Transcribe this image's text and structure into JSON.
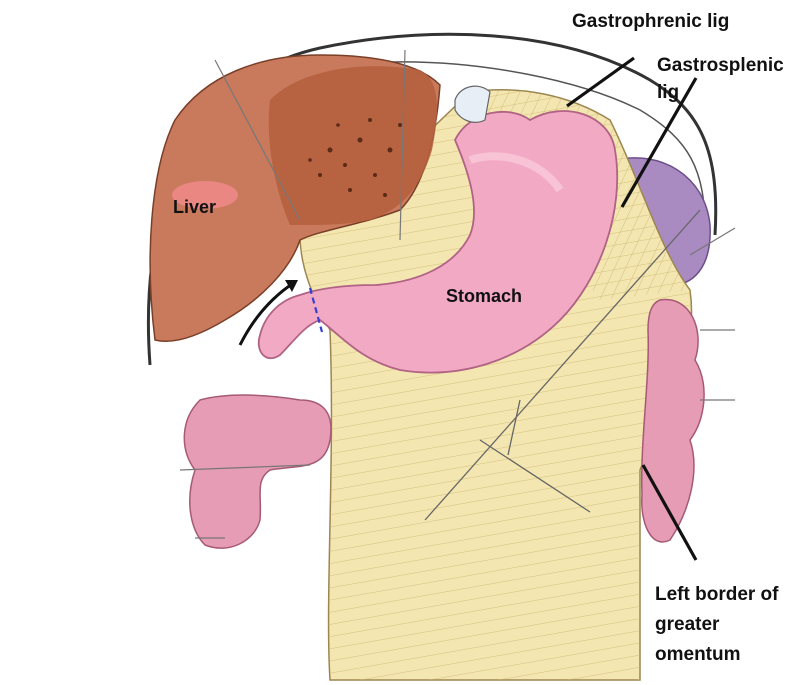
{
  "diagram": {
    "labels": {
      "liver": "Liver",
      "stomach": "Stomach",
      "gastrophrenic": "Gastrophrenic lig",
      "gastrosplenic_line1": "Gastrosplenic",
      "gastrosplenic_line2": "lig",
      "left_border_line1": "Left border of",
      "left_border_line2": "greater",
      "left_border_line3": "omentum"
    },
    "colors": {
      "liver": "#c97a5c",
      "liver_dark": "#b5603f",
      "stomach": "#f2a9c4",
      "omentum": "#f3e6b0",
      "spleen": "#a98bc2",
      "intestine": "#e59cb4",
      "pylorus_marker": "#3a3fcf"
    }
  }
}
